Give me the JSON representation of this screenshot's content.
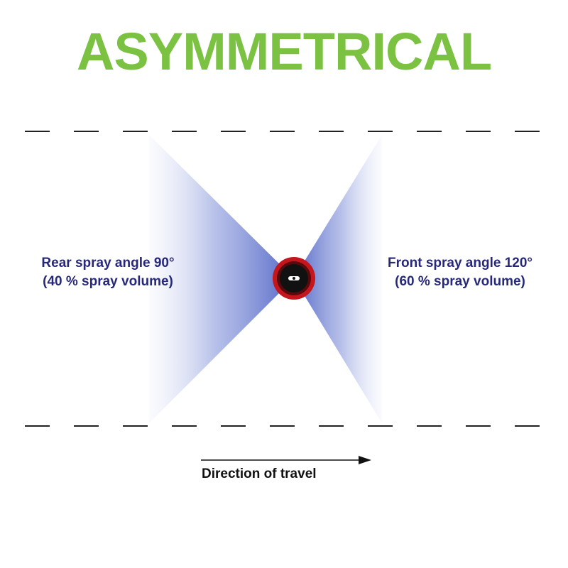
{
  "title": "ASYMMETRICAL",
  "rear_spray": {
    "line1": "Rear spray angle 90°",
    "line2": "(40 % spray volume)",
    "angle_deg": 90,
    "volume_percent": 40
  },
  "front_spray": {
    "line1": "Front spray angle 120°",
    "line2": "(60 % spray volume)",
    "angle_deg": 120,
    "volume_percent": 60
  },
  "direction_label": "Direction of travel",
  "colors": {
    "title": "#7cc242",
    "label_text": "#27287a",
    "spray": "#4a5fc4",
    "nozzle_ring": "#c4161c",
    "nozzle_core": "#111111",
    "lines": "#222222"
  },
  "icons": {
    "nozzle": "nozzle-icon",
    "arrow": "arrow-right-icon"
  }
}
